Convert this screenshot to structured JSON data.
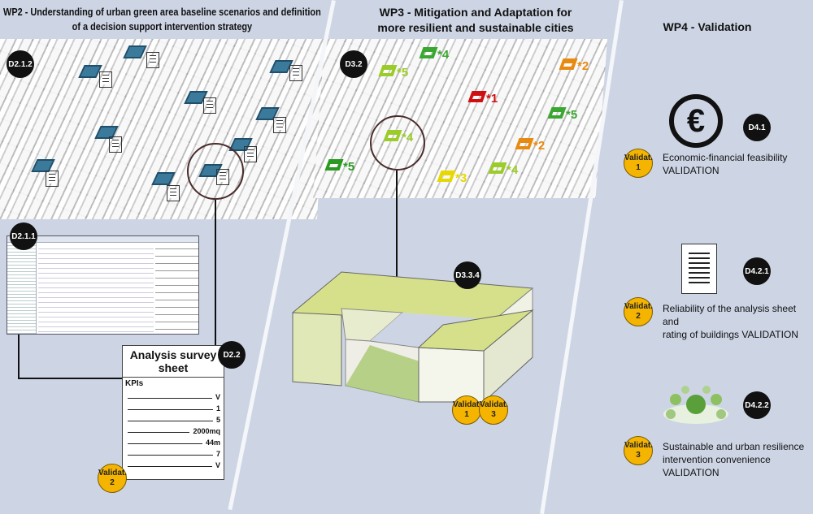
{
  "headers": {
    "wp2": "WP2 - Understanding of urban green area baseline scenarios and definition of a decision support intervention strategy",
    "wp3": "WP3 - Mitigation and Adaptation for more resilient and sustainable cities",
    "wp4": "WP4 - Validation"
  },
  "badges": {
    "d212": "D2.1.2",
    "d211": "D2.1.1",
    "d22": "D2.2",
    "d32": "D3.2",
    "d334": "D3.3.4",
    "d41": "D4.1",
    "d421": "D4.2.1",
    "d422": "D4.2.2"
  },
  "validations": {
    "label": "Validat.",
    "sheet": "2",
    "building_a": "1",
    "building_b": "3",
    "wp4_1": "1",
    "wp4_2": "2",
    "wp4_3": "3"
  },
  "sheet": {
    "title": "Analysis survey sheet",
    "kpi_label": "KPIs",
    "values": [
      "V",
      "1",
      "5",
      "2000mq",
      "44m",
      "7",
      "V"
    ]
  },
  "map_markers": [
    {
      "label": "*5",
      "color": "#3aa830"
    },
    {
      "label": "*4",
      "color": "#9ccc2a"
    },
    {
      "label": "*2",
      "color": "#e88a10"
    },
    {
      "label": "*1",
      "color": "#d01010"
    },
    {
      "label": "*5",
      "color": "#3aa830"
    },
    {
      "label": "*4",
      "color": "#9ccc2a"
    },
    {
      "label": "*2",
      "color": "#e88a10"
    },
    {
      "label": "*4",
      "color": "#9ccc2a"
    },
    {
      "label": "*3",
      "color": "#e6d800"
    },
    {
      "label": "*5",
      "color": "#2a9a20"
    }
  ],
  "wp4": {
    "item1": {
      "line1": "Economic-financial feasibility",
      "line2": "VALIDATION",
      "icon": "euro-icon"
    },
    "item2": {
      "line1": "Reliability of the analysis sheet and",
      "line2": "rating of buildings VALIDATION",
      "icon": "document-icon"
    },
    "item3": {
      "line1": "Sustainable and urban resilience",
      "line2": "intervention convenience",
      "line3": "VALIDATION",
      "icon": "eco-city-icon"
    }
  },
  "euro_symbol": "€"
}
